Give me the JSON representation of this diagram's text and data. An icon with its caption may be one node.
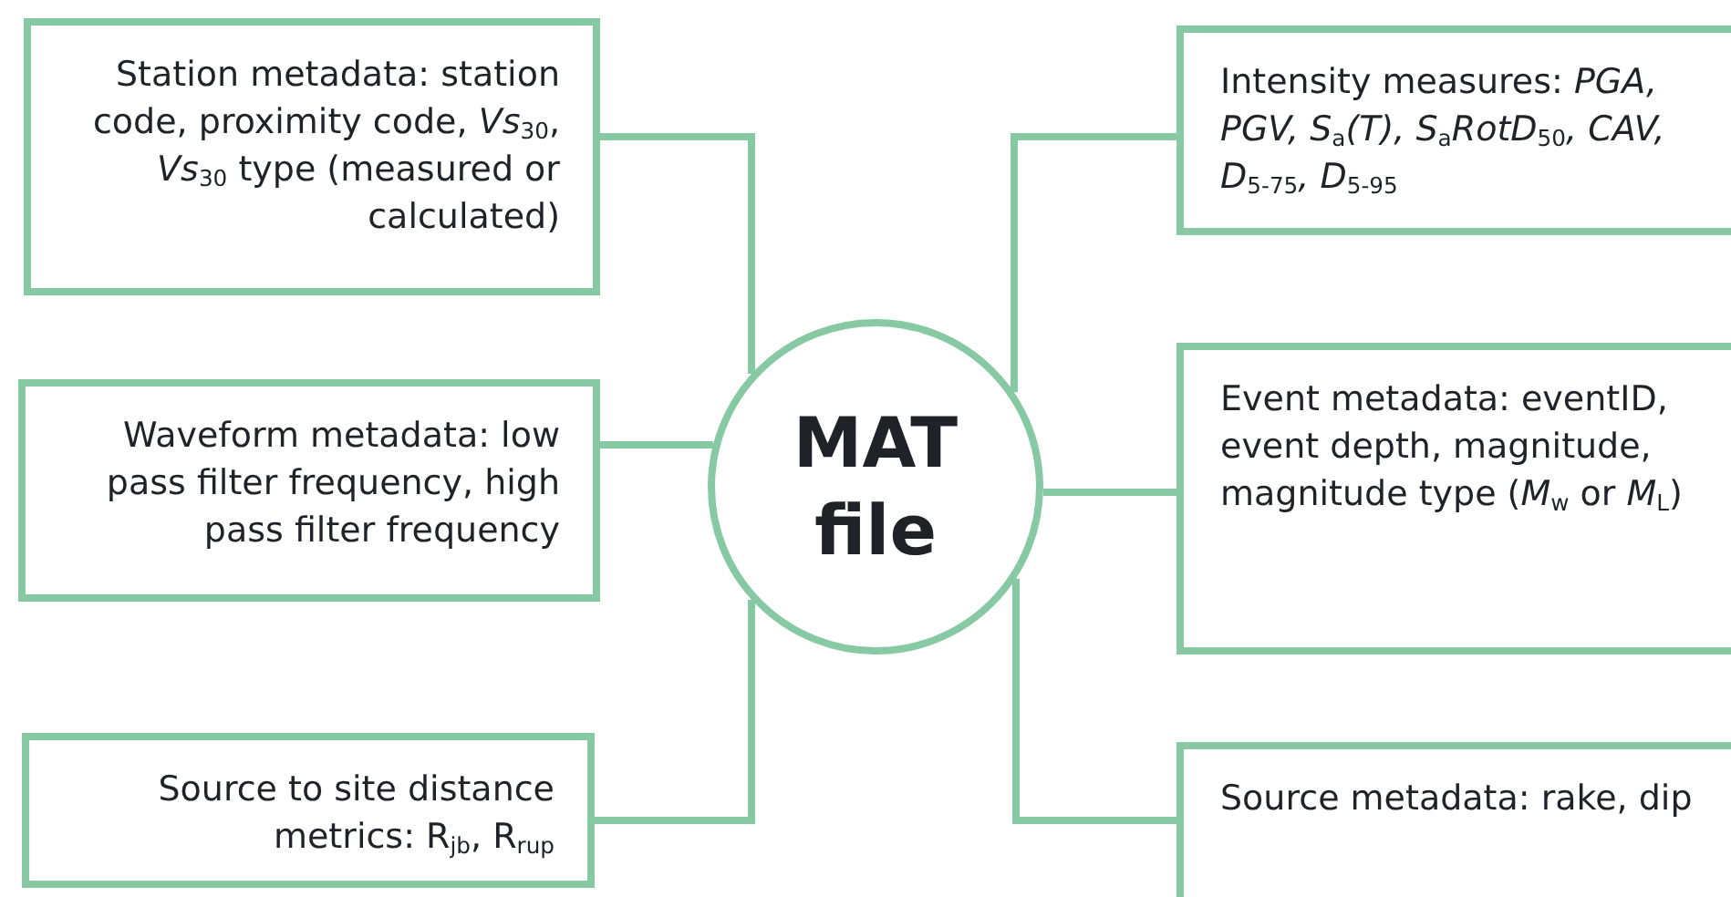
{
  "diagram": {
    "nodes": [
      {
        "text": [
          "MAT file"
        ]
      },
      {
        "text": [
          "Station metadata: station code, proximity code, *Vs*$_{30}$, *Vs*$_{30}$ type (measured or calculated)"
        ]
      },
      {
        "text": [
          "Waveform metadata: low pass filter frequency, high pass filter frequency"
        ]
      },
      {
        "text": [
          "Source to site distance metrics: R$_{jb}$, R$_{rup}$"
        ]
      },
      {
        "text": [
          "Intensity measures: *PGA, PGV, S*$_{a}$*(T), S*$_{a}$*RotD*$_{50}$*, CAV, D*$_{5-75}$*, D*$_{5-95}$"
        ]
      },
      {
        "text": [
          "Event metadata: eventID, event depth, magnitude, magnitude type (*M*$_{w}$ or *M*$_{L}$)"
        ]
      },
      {
        "text": [
          "Source metadata: rake, dip"
        ]
      }
    ],
    "edges": [
      {
        "from": 0,
        "to": 1,
        "arrow": "none"
      },
      {
        "from": 0,
        "to": 2,
        "arrow": "none"
      },
      {
        "from": 0,
        "to": 3,
        "arrow": "none"
      },
      {
        "from": 0,
        "to": 4,
        "arrow": "none"
      },
      {
        "from": 0,
        "to": 5,
        "arrow": "none"
      },
      {
        "from": 0,
        "to": 6,
        "arrow": "none"
      }
    ]
  }
}
